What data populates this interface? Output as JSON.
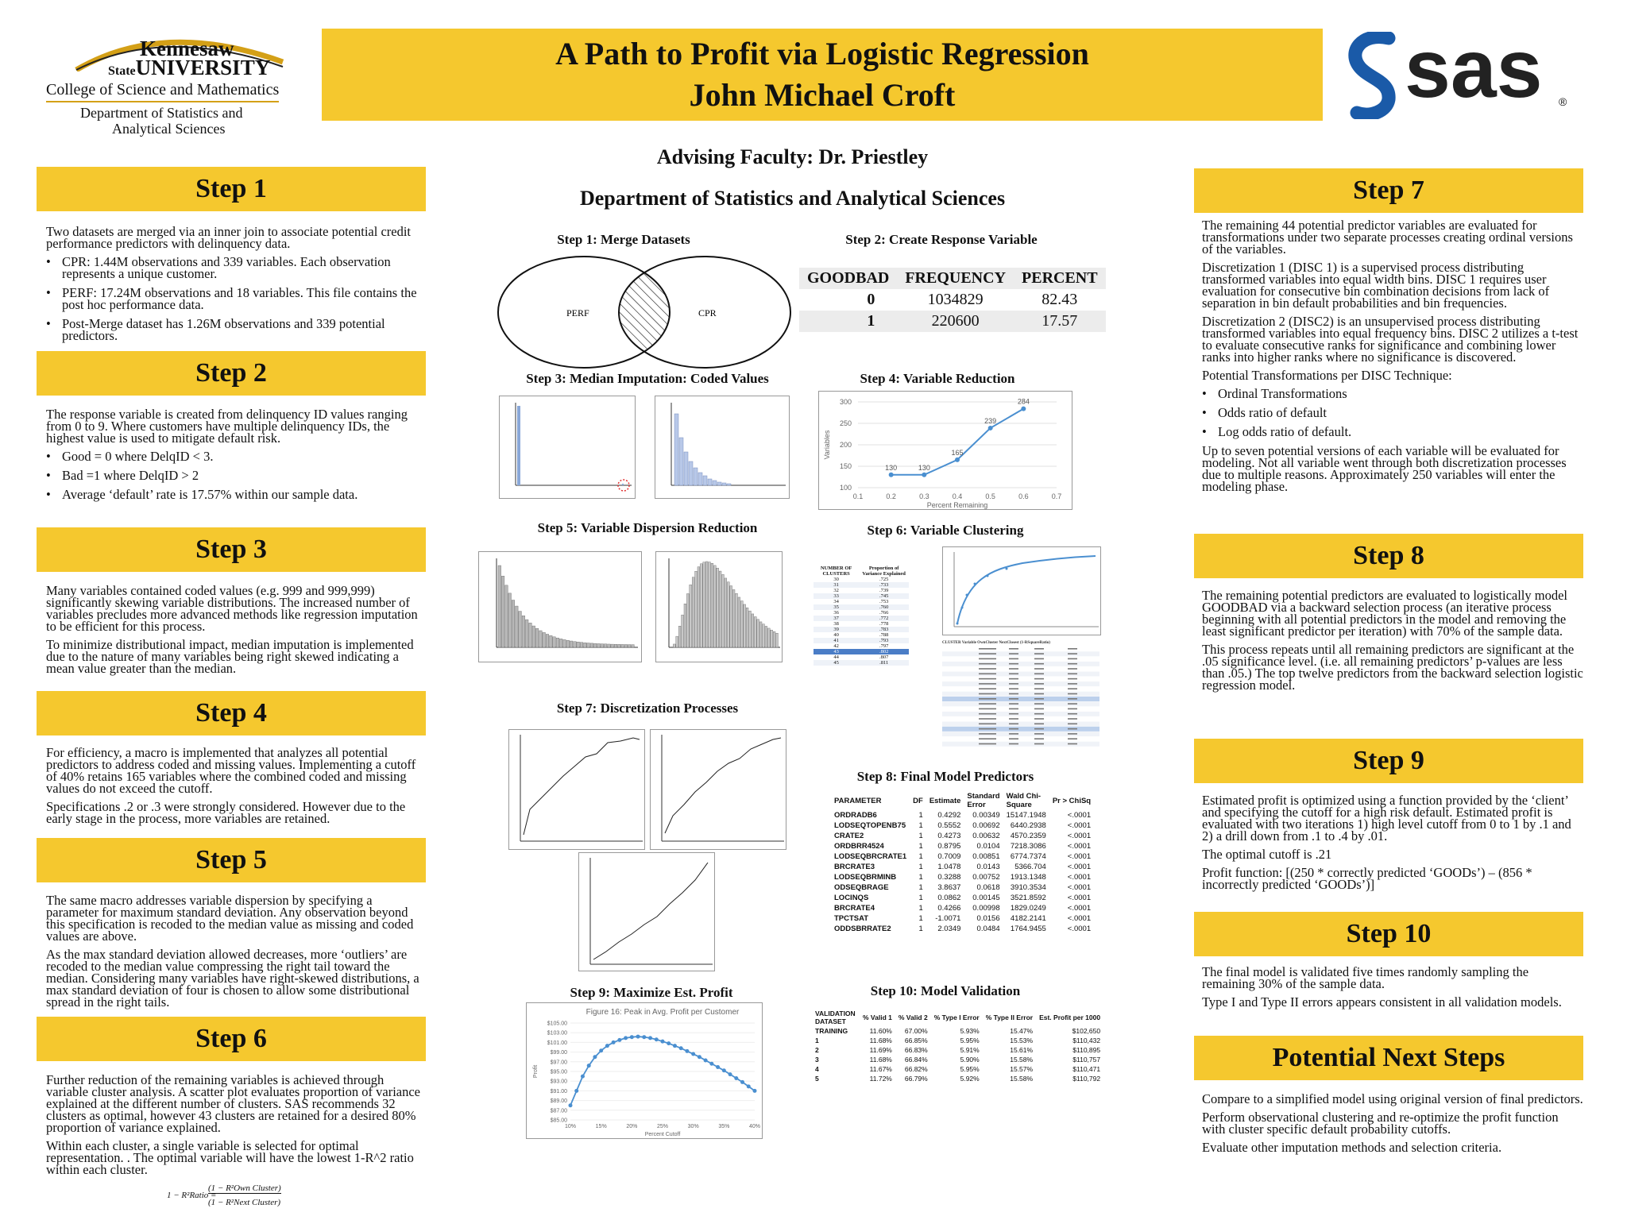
{
  "header": {
    "title_line1": "A Path to Profit via Logistic Regression",
    "title_line2": "John Michael Croft",
    "advising": "Advising Faculty: Dr. Priestley",
    "department": "Department of Statistics and Analytical Sciences",
    "ksu_name1": "Kennesaw",
    "ksu_name2": "State",
    "ksu_name3": "UNIVERSITY",
    "ksu_college": "College of Science and Mathematics",
    "ksu_dept1": "Department of Statistics and",
    "ksu_dept2": "Analytical Sciences",
    "sas_logo": "sas",
    "sas_reg": "®"
  },
  "steps": {
    "s1": {
      "head": "Step 1",
      "p1": "Two datasets are merged via an inner join to associate potential credit performance predictors with delinquency data.",
      "b1": "CPR: 1.44M observations and 339 variables.  Each observation represents a unique customer.",
      "b2": "PERF: 17.24M observations and 18 variables.  This file contains the post hoc performance data.",
      "b3": "Post-Merge dataset has 1.26M observations and 339 potential predictors."
    },
    "s2": {
      "head": "Step 2",
      "p1": "The response variable is created from delinquency ID values ranging from 0 to 9. Where customers have multiple delinquency IDs, the highest value is used to mitigate default risk.",
      "b1": "Good = 0 where DelqID < 3.",
      "b2": "Bad =1 where DelqID > 2",
      "b3": "Average ‘default’ rate is 17.57% within our sample data."
    },
    "s3": {
      "head": "Step 3",
      "p1": "Many variables contained coded values (e.g. 999 and 999,999) significantly skewing variable distributions. The increased number of variables precludes more advanced methods like regression imputation to be efficient for this process.",
      "p2": "To minimize distributional impact, median imputation is implemented due to the nature of many variables being right skewed indicating a mean value greater than the median."
    },
    "s4": {
      "head": "Step 4",
      "p1": "For efficiency, a macro is implemented that analyzes all potential predictors to address coded and missing values. Implementing a cutoff of 40% retains 165 variables where the combined coded and missing values do not exceed the cutoff.",
      "p2": "Specifications .2 or .3 were strongly considered. However due to the early stage in the process, more variables are retained."
    },
    "s5": {
      "head": "Step 5",
      "p1": "The same macro addresses variable dispersion by specifying a parameter for maximum standard deviation. Any observation beyond this specification is recoded to the median value as missing and coded values are above.",
      "p2": "As the max standard deviation allowed decreases, more ‘outliers’ are recoded to the median value compressing the right tail toward the median. Considering many variables have right-skewed distributions, a max standard deviation of four is chosen to allow some distributional spread in the right tails."
    },
    "s6": {
      "head": "Step 6",
      "p1": "Further reduction of the remaining variables is achieved through variable cluster analysis. A scatter plot evaluates proportion of variance explained at the different number of clusters. SAS recommends 32 clusters as optimal, however 43 clusters are retained for a desired 80% proportion of variance explained.",
      "p2": "Within each cluster, a single variable is selected for optimal representation.  . The optimal variable will have the lowest 1-R^2 ratio within each cluster.",
      "formula_lhs": "1 − R²Ratio =",
      "formula_num": "(1 − R²Own Cluster)",
      "formula_den": "(1 − R²Next Cluster)"
    },
    "s7": {
      "head": "Step 7",
      "p1": "The remaining 44 potential predictor variables are evaluated for transformations under two separate processes creating ordinal versions of the variables.",
      "p2": "Discretization 1 (DISC 1) is a supervised process distributing transformed variables into equal width bins. DISC 1 requires user evaluation for consecutive bin combination decisions from lack of separation in bin default probabilities and bin frequencies.",
      "p3": "Discretization 2 (DISC2) is an unsupervised process distributing transformed variables into equal frequency bins. DISC 2 utilizes a t-test to evaluate consecutive ranks for significance and combining lower ranks into higher ranks where no significance is discovered.",
      "p4": "Potential Transformations per DISC Technique:",
      "b1": "Ordinal Transformations",
      "b2": "Odds ratio of default",
      "b3": "Log odds ratio of default.",
      "p5": "Up to seven potential versions of each variable will be evaluated for modeling. Not all variable went through both discretization processes due to multiple reasons. Approximately 250 variables will enter the modeling phase."
    },
    "s8": {
      "head": "Step 8",
      "p1": "The remaining potential predictors are evaluated to logistically model GOODBAD via a backward selection process (an iterative process beginning with all potential predictors in the model and removing the least significant predictor per iteration) with 70% of the sample data.",
      "p2": "This process repeats until all remaining predictors are significant at the .05 significance level. (i.e. all remaining predictors’ p-values are less than .05.) The top twelve predictors from the backward selection logistic regression model."
    },
    "s9": {
      "head": "Step 9",
      "p1": "Estimated profit is optimized using a function provided by the ‘client’ and specifying the cutoff for a high risk default. Estimated profit is evaluated with two iterations 1) high level cutoff from 0 to 1 by .1 and 2) a drill down from .1 to .4 by .01.",
      "p2": "The optimal cutoff is .21",
      "p3": "Profit function: [(250 * correctly predicted ‘GOODs’) – (856 * incorrectly predicted ‘GOODs’)]"
    },
    "s10": {
      "head": "Step 10",
      "p1": "The final model is validated five times randomly sampling the remaining 30% of the sample data.",
      "p2": "Type I and Type II errors appears consistent in all validation models."
    },
    "next": {
      "head": "Potential Next Steps",
      "p1": "Compare to a simplified model using original version of final predictors.",
      "p2": "Perform observational clustering and re-optimize the profit function with cluster specific default probability cutoffs.",
      "p3": "Evaluate other imputation methods and selection criteria."
    }
  },
  "figures": {
    "f1": {
      "title": "Step 1: Merge Datasets",
      "left": "PERF",
      "right": "CPR"
    },
    "f2": {
      "title": "Step 2: Create Response Variable",
      "headers": [
        "GOODBAD",
        "FREQUENCY",
        "PERCENT"
      ],
      "rows": [
        [
          "0",
          "1034829",
          "82.43"
        ],
        [
          "1",
          "220600",
          "17.57"
        ]
      ]
    },
    "f3": {
      "title": "Step 3: Median Imputation: Coded Values"
    },
    "f4": {
      "title": "Step 4: Variable Reduction"
    },
    "f5": {
      "title": "Step 5: Variable Dispersion Reduction"
    },
    "f6": {
      "title": "Step 6: Variable Clustering",
      "t_head1": "NUMBER OF CLUSTERS",
      "t_head2": "Proportion of Variance Explained",
      "rows": [
        [
          "30",
          ".725"
        ],
        [
          "31",
          ".733"
        ],
        [
          "32",
          ".739"
        ],
        [
          "33",
          ".745"
        ],
        [
          "34",
          ".753"
        ],
        [
          "35",
          ".760"
        ],
        [
          "36",
          ".766"
        ],
        [
          "37",
          ".772"
        ],
        [
          "38",
          ".778"
        ],
        [
          "39",
          ".783"
        ],
        [
          "40",
          ".788"
        ],
        [
          "41",
          ".793"
        ],
        [
          "42",
          ".797"
        ],
        [
          "43",
          ".802"
        ],
        [
          "44",
          ".807"
        ],
        [
          "45",
          ".811"
        ]
      ]
    },
    "f7": {
      "title": "Step 7: Discretization Processes"
    },
    "f8": {
      "title": "Step 8: Final Model Predictors",
      "headers": [
        "PARAMETER",
        "DF",
        "Estimate",
        "Standard Error",
        "Wald Chi-Square",
        "Pr > ChiSq"
      ],
      "rows": [
        [
          "ORDRADB6",
          "1",
          "0.4292",
          "0.00349",
          "15147.1948",
          "<.0001"
        ],
        [
          "LODSEQTOPENB75",
          "1",
          "0.5552",
          "0.00692",
          "6440.2938",
          "<.0001"
        ],
        [
          "CRATE2",
          "1",
          "0.4273",
          "0.00632",
          "4570.2359",
          "<.0001"
        ],
        [
          "ORDBRR4524",
          "1",
          "0.8795",
          "0.0104",
          "7218.3086",
          "<.0001"
        ],
        [
          "LODSEQBRCRATE1",
          "1",
          "0.7009",
          "0.00851",
          "6774.7374",
          "<.0001"
        ],
        [
          "BRCRATE3",
          "1",
          "1.0478",
          "0.0143",
          "5366.704",
          "<.0001"
        ],
        [
          "LODSEQBRMINB",
          "1",
          "0.3288",
          "0.00752",
          "1913.1348",
          "<.0001"
        ],
        [
          "ODSEQBRAGE",
          "1",
          "3.8637",
          "0.0618",
          "3910.3534",
          "<.0001"
        ],
        [
          "LOCINQS",
          "1",
          "0.0862",
          "0.00145",
          "3521.8592",
          "<.0001"
        ],
        [
          "BRCRATE4",
          "1",
          "0.4266",
          "0.00998",
          "1829.0249",
          "<.0001"
        ],
        [
          "TPCTSAT",
          "1",
          "-1.0071",
          "0.0156",
          "4182.2141",
          "<.0001"
        ],
        [
          "ODDSBRRATE2",
          "1",
          "2.0349",
          "0.0484",
          "1764.9455",
          "<.0001"
        ]
      ]
    },
    "f9": {
      "title": "Step 9: Maximize Est. Profit"
    },
    "f10": {
      "title": "Step 10: Model Validation",
      "headers": [
        "VALIDATION DATASET",
        "% Valid 1",
        "% Valid 2",
        "% Type I Error",
        "% Type II Error",
        "Est. Profit per 1000"
      ],
      "rows": [
        [
          "TRAINING",
          "11.60%",
          "67.00%",
          "5.93%",
          "15.47%",
          "$102,650"
        ],
        [
          "1",
          "11.68%",
          "66.85%",
          "5.95%",
          "15.53%",
          "$110,432"
        ],
        [
          "2",
          "11.69%",
          "66.83%",
          "5.91%",
          "15.61%",
          "$110,895"
        ],
        [
          "3",
          "11.68%",
          "66.84%",
          "5.90%",
          "15.58%",
          "$110,757"
        ],
        [
          "4",
          "11.67%",
          "66.82%",
          "5.95%",
          "15.57%",
          "$110,471"
        ],
        [
          "5",
          "11.72%",
          "66.79%",
          "5.92%",
          "15.58%",
          "$110,792"
        ]
      ]
    }
  },
  "chart_data": [
    {
      "type": "line",
      "title": "",
      "xlabel": "Percent Remaining",
      "ylabel": "Variables",
      "x": [
        0.2,
        0.3,
        0.4,
        0.5,
        0.6
      ],
      "series": [
        {
          "values": [
            130,
            130,
            165,
            239,
            284
          ]
        }
      ],
      "xlim": [
        0.1,
        0.7
      ],
      "ylim": [
        100,
        300
      ],
      "xticks": [
        "0.1",
        "0.2",
        "0.3",
        "0.4",
        "0.5",
        "0.6",
        "0.7"
      ],
      "yticks": [
        "100",
        "150",
        "200",
        "250",
        "300"
      ],
      "data_labels": [
        "130",
        "130",
        "165",
        "239",
        "284"
      ],
      "color": "#4a8fd0"
    },
    {
      "type": "line",
      "title": "Figure 16: Peak in Avg. Profit per Customer",
      "xlabel": "Percent Cutoff",
      "ylabel": "Profit",
      "x": [
        0.1,
        0.11,
        0.12,
        0.13,
        0.14,
        0.15,
        0.16,
        0.17,
        0.18,
        0.19,
        0.2,
        0.21,
        0.22,
        0.23,
        0.24,
        0.25,
        0.26,
        0.27,
        0.28,
        0.29,
        0.3,
        0.31,
        0.32,
        0.33,
        0.34,
        0.35,
        0.36,
        0.37,
        0.38,
        0.39,
        0.4
      ],
      "series": [
        {
          "values": [
            88.0,
            91.0,
            94.0,
            96.2,
            98.0,
            99.3,
            100.3,
            101.0,
            101.5,
            101.9,
            102.1,
            102.2,
            102.1,
            101.9,
            101.6,
            101.2,
            100.8,
            100.3,
            99.8,
            99.2,
            98.6,
            98.0,
            97.3,
            96.6,
            95.9,
            95.2,
            94.4,
            93.6,
            92.8,
            91.9,
            91.0
          ]
        }
      ],
      "xlim": [
        0.1,
        0.4
      ],
      "ylim": [
        85,
        105
      ],
      "xticks": [
        "10%",
        "15%",
        "20%",
        "25%",
        "30%",
        "35%",
        "40%"
      ],
      "yticks": [
        "$85.00",
        "$87.00",
        "$89.00",
        "$91.00",
        "$93.00",
        "$95.00",
        "$97.00",
        "$99.00",
        "$101.00",
        "$103.00",
        "$105.00"
      ],
      "color": "#4a8fd0"
    }
  ]
}
